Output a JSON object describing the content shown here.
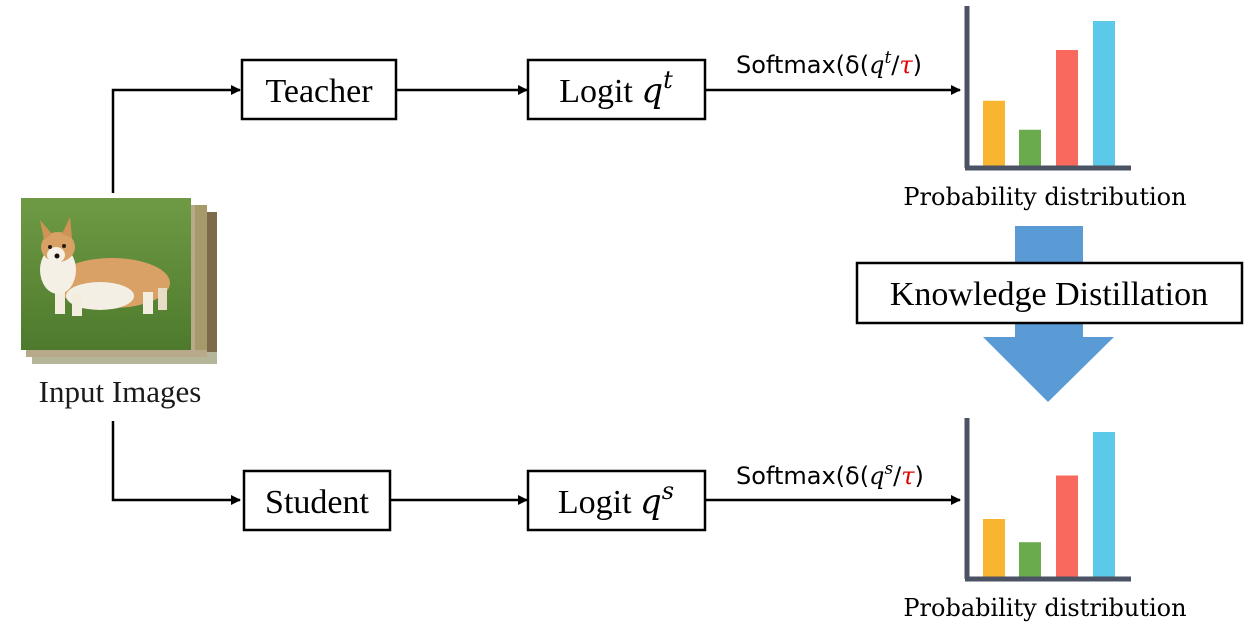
{
  "input": {
    "label": "Input Images"
  },
  "teacher": {
    "box_label": "Teacher",
    "logit_prefix": "Logit ",
    "logit_var": "q",
    "logit_sup": "t",
    "softmax": {
      "prefix": "Softmax(δ(",
      "var": "q",
      "sup": "t",
      "slash": "/",
      "tau": "τ",
      "suffix": ")"
    },
    "dist_label": "Probability distribution",
    "bars": [
      0.45,
      0.25,
      0.8,
      1.0
    ]
  },
  "student": {
    "box_label": "Student",
    "logit_prefix": "Logit ",
    "logit_var": "q",
    "logit_sup": "s",
    "softmax": {
      "prefix": "Softmax(δ(",
      "var": "q",
      "sup": "s",
      "slash": "/",
      "tau": "τ",
      "suffix": ")"
    },
    "dist_label": "Probability distribution",
    "bars": [
      0.4,
      0.24,
      0.7,
      1.0
    ]
  },
  "distillation": {
    "label": "Knowledge Distillation"
  },
  "colors": {
    "bar1": "#F9B530",
    "bar2": "#6AAB4E",
    "bar3": "#F9695E",
    "bar4": "#5DC9EA",
    "arrow_big": "#5B9BD5",
    "tau": "#E00000",
    "axis": "#4A5263"
  }
}
